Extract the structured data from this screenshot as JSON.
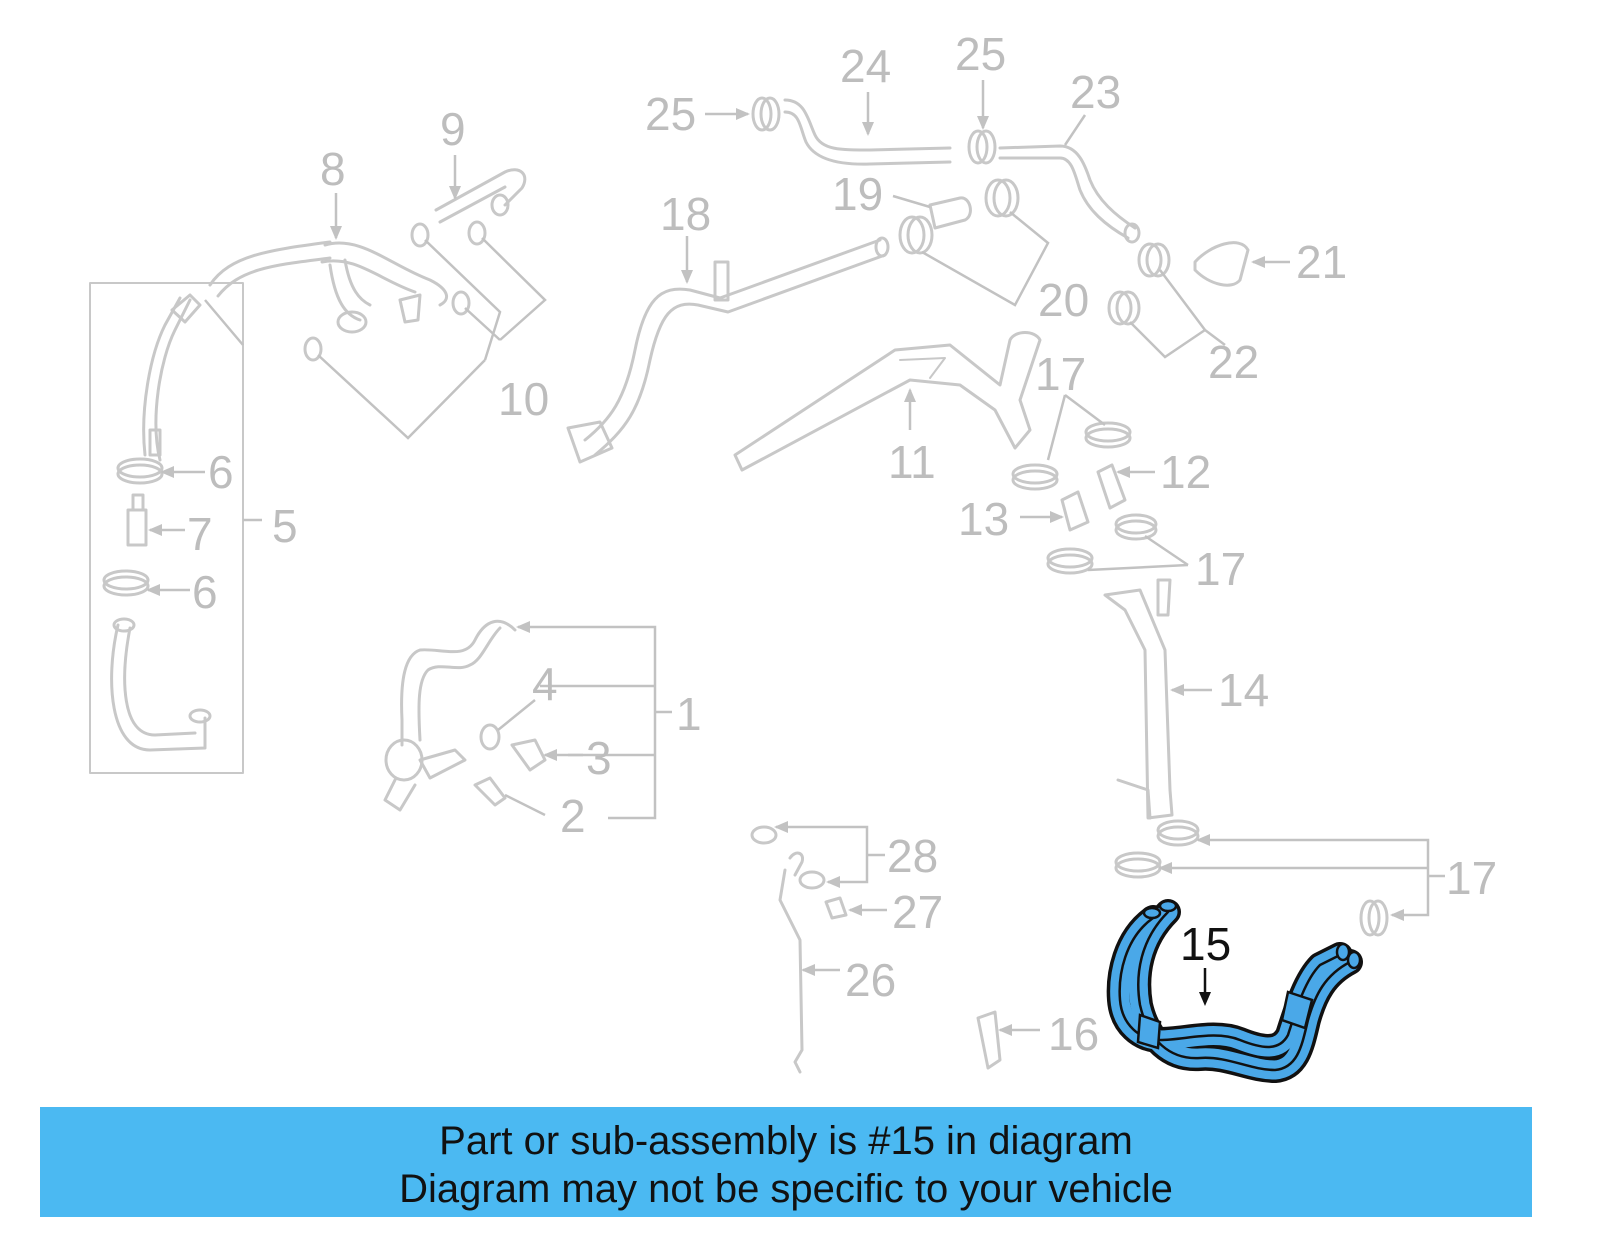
{
  "callouts": {
    "c1": "1",
    "c2": "2",
    "c3": "3",
    "c4": "4",
    "c5": "5",
    "c6a": "6",
    "c6b": "6",
    "c7": "7",
    "c8": "8",
    "c9": "9",
    "c10": "10",
    "c11": "11",
    "c12": "12",
    "c13": "13",
    "c14": "14",
    "c15": "15",
    "c16": "16",
    "c17a": "17",
    "c17b": "17",
    "c17c": "17",
    "c18": "18",
    "c19": "19",
    "c20": "20",
    "c21": "21",
    "c22": "22",
    "c23": "23",
    "c24": "24",
    "c25a": "25",
    "c25b": "25",
    "c26": "26",
    "c27": "27",
    "c28": "28"
  },
  "banner": {
    "line1": "Part or sub-assembly is #15 in diagram",
    "line2": "Diagram may not be specific to your vehicle"
  },
  "colors": {
    "banner_bg": "#4bb9f2",
    "highlight_part": "#4aa8e8",
    "gray_part": "#c8c8c8"
  }
}
